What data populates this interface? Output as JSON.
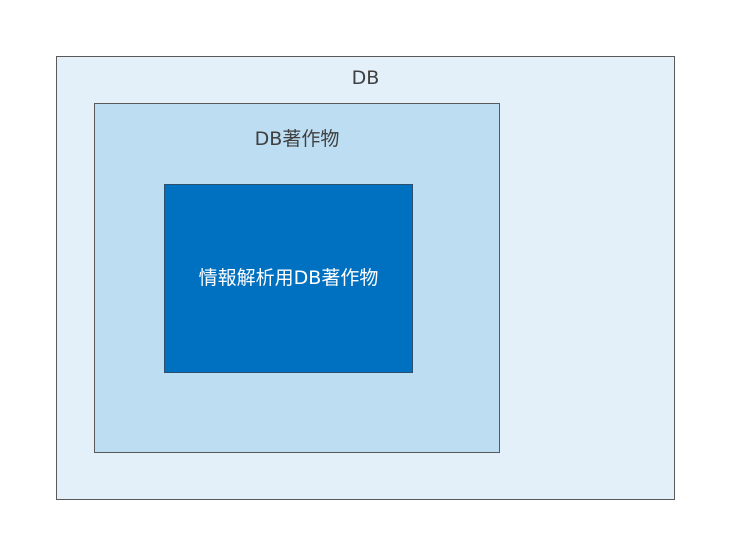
{
  "diagram": {
    "outer_label": "DB",
    "middle_label": "DB著作物",
    "inner_label": "情報解析用DB著作物",
    "colors": {
      "outer_fill": "#e3f0f9",
      "middle_fill": "#bcddf2",
      "inner_fill": "#0070c0",
      "border": "#595959",
      "dark_text": "#404040",
      "light_text": "#ffffff"
    }
  }
}
